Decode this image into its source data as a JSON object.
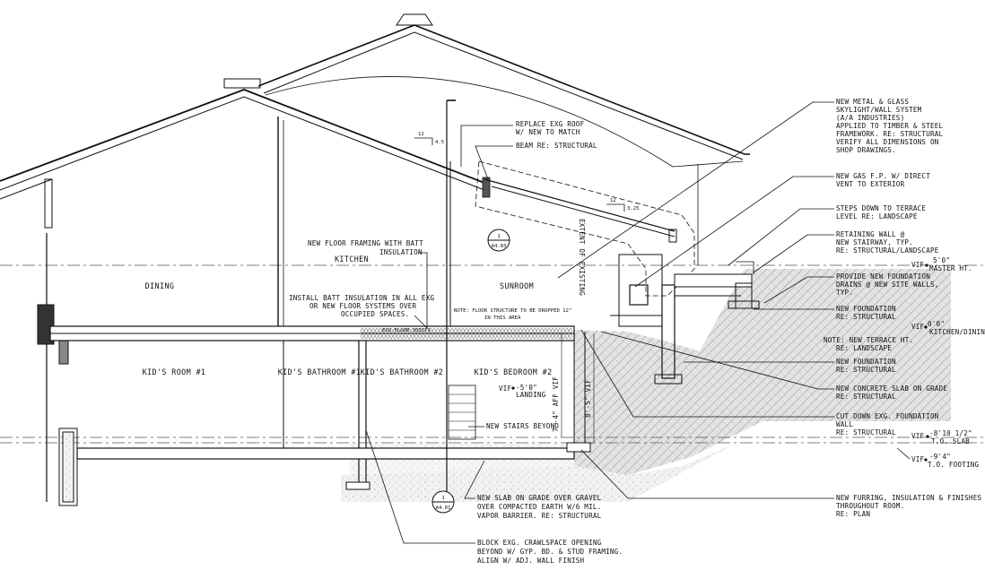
{
  "rooms": {
    "dining": "DINING",
    "kitchen": "KITCHEN",
    "sunroom": "SUNROOM",
    "kids_room": "KID'S ROOM #1",
    "kids_bath1": "KID'S BATHROOM #1",
    "kids_bath2": "KID'S BATHROOM #2",
    "kids_bedroom": "KID'S BEDROOM #2"
  },
  "right_notes": {
    "skylight": [
      "NEW METAL & GLASS",
      "SKYLIGHT/WALL SYSTEM",
      "(A/A INDUSTRIES)",
      "APPLIED TO TIMBER & STEEL",
      "FRAMEWORK.  RE: STRUCTURAL",
      "VERIFY ALL DIMENSIONS ON",
      "SHOP DRAWINGS."
    ],
    "gas_fp": [
      "NEW GAS F.P. W/ DIRECT",
      "VENT TO EXTERIOR"
    ],
    "steps": [
      "STEPS DOWN TO TERRACE",
      "LEVEL RE: LANDSCAPE"
    ],
    "retaining": [
      "RETAINING WALL @",
      "NEW STAIRWAY, TYP.",
      "RE: STRUCTURAL/LANDSCAPE"
    ],
    "drains": [
      "PROVIDE NEW FOUNDATION",
      "DRAINS @ NEW SITE WALLS,",
      "TYP."
    ],
    "foundation1": [
      "NEW FOUNDATION",
      "RE: STRUCTURAL"
    ],
    "terrace": [
      "NOTE: NEW TERRACE HT.",
      "RE: LANDSCAPE"
    ],
    "foundation2": [
      "NEW FOUNDATION",
      "RE: STRUCTURAL"
    ],
    "slab": [
      "NEW CONCRETE SLAB ON GRADE",
      "RE: STRUCTURAL"
    ],
    "cutdown": [
      "CUT DOWN EXG. FOUNDATION",
      "WALL",
      "RE: STRUCTURAL"
    ],
    "furring": [
      "NEW FURRING, INSULATION & FINISHES",
      "THROUGHOUT ROOM.",
      "RE: PLAN"
    ]
  },
  "inner_notes": {
    "replace_roof": [
      "REPLACE EXG ROOF",
      "W/ NEW TO MATCH"
    ],
    "beam": "BEAM RE: STRUCTURAL",
    "floor_framing": [
      "NEW FLOOR FRAMING WITH BATT",
      "INSULATION"
    ],
    "batt": [
      "INSTALL BATT INSULATION IN ALL EXG",
      "OR NEW FLOOR SYSTEMS OVER",
      "OCCUPIED SPACES."
    ],
    "floor_note": [
      "NOTE: FLOOR STRUCTURE TO BE DROPPED 12\"",
      "IN THIS AREA"
    ],
    "joists": "EXG FLOOR JOISTS",
    "extent": "EXTENT OF EXISTING",
    "stairs": "NEW STAIRS BEYOND",
    "slab_gravel": [
      "NEW SLAB ON GRADE OVER GRAVEL",
      "OVER COMPACTED EARTH W/6 MIL.",
      "VAPOR BARRIER.  RE: STRUCTURAL"
    ],
    "crawlspace": [
      "BLOCK EXG. CRAWLSPACE OPENING",
      "BEYOND W/ GYP. BD. & STUD FRAMING.",
      "ALIGN W/ ADJ. WALL FINISH"
    ]
  },
  "elevations": {
    "master": {
      "vif": "VIF",
      "value": "5'0\"",
      "label": "MASTER HT."
    },
    "kitchen": {
      "vif": "VIF",
      "value": "0'0\"",
      "label": "KITCHEN/DINING"
    },
    "landing": {
      "vif": "VIF",
      "value": "-5'0\"",
      "label": "LANDING"
    },
    "tos": {
      "vif": "VIF",
      "value": "-8'10 1/2\"",
      "label": "T.O. SLAB"
    },
    "tof": {
      "vif": "VIF",
      "value": "-9'4\"",
      "label": "T.O. FOOTING"
    }
  },
  "dimensions": {
    "aff": "7'-4\" AFF VIF",
    "vif": "8'-5\" VIF"
  },
  "slopes": {
    "main": {
      "run": "12",
      "rise": "4.5"
    },
    "sunroom": {
      "run": "12",
      "rise": "3.25"
    }
  },
  "section_marks": {
    "upper": {
      "num": "1",
      "sheet": "A4.03"
    },
    "lower": {
      "num": "1",
      "sheet": "A4.01"
    }
  }
}
